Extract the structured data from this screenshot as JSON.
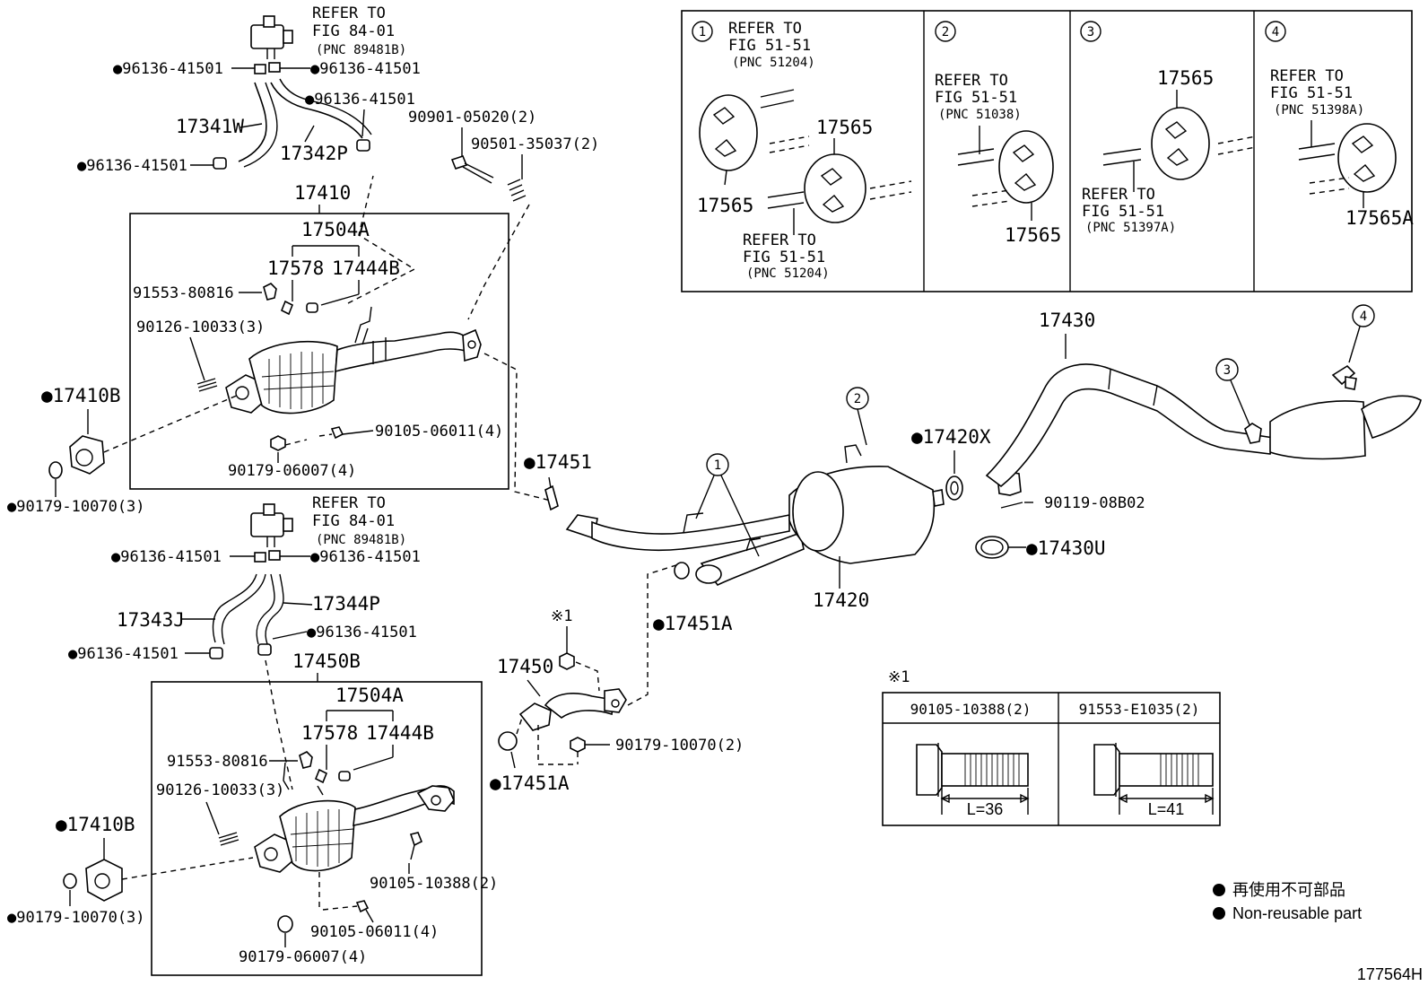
{
  "ref_upper": {
    "l1": "REFER TO",
    "l2": "FIG 84-01",
    "l3": "(PNC 89481B)"
  },
  "ref_lower": {
    "l1": "REFER TO",
    "l2": "FIG 84-01",
    "l3": "(PNC 89481B)"
  },
  "upper_hoses": {
    "clamp_a": "●96136-41501",
    "clamp_b": "●96136-41501",
    "clamp_c": "●96136-41501",
    "clamp_d": "●96136-41501",
    "hose_a": "17341W",
    "hose_b": "17342P"
  },
  "lower_hoses": {
    "clamp_a": "●96136-41501",
    "clamp_b": "●96136-41501",
    "clamp_c": "●96136-41501",
    "clamp_d": "●96136-41501",
    "hose_a": "17343J",
    "hose_b": "17344P"
  },
  "upper_cat": {
    "assembly": "17410",
    "sub": "17504A",
    "part_a": "17578",
    "part_b": "17444B",
    "bolt_a": "91553-80816",
    "stud": "90126-10033(3)",
    "bolt_b": "90105-06011(4)",
    "nut": "90179-06007(4)"
  },
  "lower_cat": {
    "assembly": "17450B",
    "sub": "17504A",
    "part_a": "17578",
    "part_b": "17444B",
    "bolt_a": "91553-80816",
    "stud": "90126-10033(3)",
    "bolt_b": "90105-06011(4)",
    "nut": "90179-06007(4)",
    "bolt_c": "90105-10388(2)"
  },
  "gaskets": {
    "upper": "●17410B",
    "upper_nut": "●90179-10070(3)",
    "lower": "●17410B",
    "lower_nut": "●90179-10070(3)"
  },
  "misc": {
    "bolt_900": "90901-05020(2)",
    "spring": "90501-35037(2)",
    "gasket_17451": "●17451",
    "gasket_17451a_1": "●17451A",
    "gasket_17451a_2": "●17451A",
    "pipe_17450": "17450",
    "pipe_nut": "90179-10070(2)",
    "note_mark": "※1",
    "muffler": "17420",
    "gasket_x": "●17420X",
    "tail": "17430",
    "bolt_08b": "90119-08B02",
    "clamp_u": "●17430U"
  },
  "callouts": [
    "1",
    "2",
    "3",
    "4"
  ],
  "hangers": {
    "p1": {
      "ref1": "REFER TO",
      "ref2": "FIG 51-51",
      "ref3": "(PNC 51204)",
      "part_a": "17565",
      "part_b": "17565",
      "ref4": "REFER TO",
      "ref5": "FIG 51-51",
      "ref6": "(PNC 51204)"
    },
    "p2": {
      "ref1": "REFER TO",
      "ref2": "FIG 51-51",
      "ref3": "(PNC 51038)",
      "part": "17565"
    },
    "p3": {
      "part": "17565",
      "ref1": "REFER TO",
      "ref2": "FIG 51-51",
      "ref3": "(PNC 51397A)"
    },
    "p4": {
      "ref1": "REFER TO",
      "ref2": "FIG 51-51",
      "ref3": "(PNC 51398A)",
      "part": "17565A"
    }
  },
  "note_table": {
    "mark": "※1",
    "col1": "90105-10388(2)",
    "col2": "91553-E1035(2)",
    "len1": "L=36",
    "len2": "L=41"
  },
  "legend": {
    "jp": "再使用不可部品",
    "en": "Non-reusable part",
    "bullet": "●"
  },
  "figure_id": "177564H"
}
